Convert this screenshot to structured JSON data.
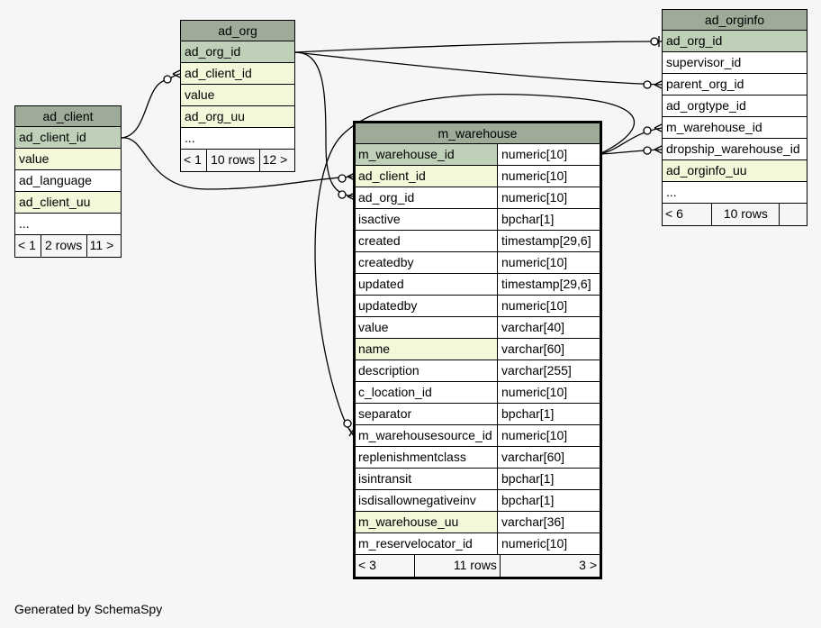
{
  "tables": {
    "ad_client": {
      "name": "ad_client",
      "columns": [
        {
          "name": "ad_client_id",
          "kind": "pk"
        },
        {
          "name": "value",
          "kind": "fk"
        },
        {
          "name": "ad_language",
          "kind": "plain"
        },
        {
          "name": "ad_client_uu",
          "kind": "fk"
        },
        {
          "name": "...",
          "kind": "plain"
        }
      ],
      "footer": [
        "< 1",
        "2 rows",
        "11 >"
      ]
    },
    "ad_org": {
      "name": "ad_org",
      "columns": [
        {
          "name": "ad_org_id",
          "kind": "pk"
        },
        {
          "name": "ad_client_id",
          "kind": "fk"
        },
        {
          "name": "value",
          "kind": "fk"
        },
        {
          "name": "ad_org_uu",
          "kind": "fk"
        },
        {
          "name": "...",
          "kind": "plain"
        }
      ],
      "footer": [
        "< 1",
        "10 rows",
        "12 >"
      ]
    },
    "ad_orginfo": {
      "name": "ad_orginfo",
      "columns": [
        {
          "name": "ad_org_id",
          "kind": "pk"
        },
        {
          "name": "supervisor_id",
          "kind": "plain"
        },
        {
          "name": "parent_org_id",
          "kind": "plain"
        },
        {
          "name": "ad_orgtype_id",
          "kind": "plain"
        },
        {
          "name": "m_warehouse_id",
          "kind": "plain"
        },
        {
          "name": "dropship_warehouse_id",
          "kind": "plain"
        },
        {
          "name": "ad_orginfo_uu",
          "kind": "fk"
        },
        {
          "name": "...",
          "kind": "plain"
        }
      ],
      "footer": [
        "< 6",
        "10 rows",
        ""
      ]
    },
    "m_warehouse": {
      "name": "m_warehouse",
      "columns": [
        {
          "name": "m_warehouse_id",
          "type": "numeric[10]",
          "kind": "pk"
        },
        {
          "name": "ad_client_id",
          "type": "numeric[10]",
          "kind": "fk"
        },
        {
          "name": "ad_org_id",
          "type": "numeric[10]",
          "kind": "plain"
        },
        {
          "name": "isactive",
          "type": "bpchar[1]",
          "kind": "plain"
        },
        {
          "name": "created",
          "type": "timestamp[29,6]",
          "kind": "plain"
        },
        {
          "name": "createdby",
          "type": "numeric[10]",
          "kind": "plain"
        },
        {
          "name": "updated",
          "type": "timestamp[29,6]",
          "kind": "plain"
        },
        {
          "name": "updatedby",
          "type": "numeric[10]",
          "kind": "plain"
        },
        {
          "name": "value",
          "type": "varchar[40]",
          "kind": "plain"
        },
        {
          "name": "name",
          "type": "varchar[60]",
          "kind": "fk"
        },
        {
          "name": "description",
          "type": "varchar[255]",
          "kind": "plain"
        },
        {
          "name": "c_location_id",
          "type": "numeric[10]",
          "kind": "plain"
        },
        {
          "name": "separator",
          "type": "bpchar[1]",
          "kind": "plain"
        },
        {
          "name": "m_warehousesource_id",
          "type": "numeric[10]",
          "kind": "plain"
        },
        {
          "name": "replenishmentclass",
          "type": "varchar[60]",
          "kind": "plain"
        },
        {
          "name": "isintransit",
          "type": "bpchar[1]",
          "kind": "plain"
        },
        {
          "name": "isdisallownegativeinv",
          "type": "bpchar[1]",
          "kind": "plain"
        },
        {
          "name": "m_warehouse_uu",
          "type": "varchar[36]",
          "kind": "fk"
        },
        {
          "name": "m_reservelocator_id",
          "type": "numeric[10]",
          "kind": "plain"
        }
      ],
      "footer": [
        "< 3",
        "11 rows",
        "3 >"
      ]
    }
  },
  "colors": {
    "header": "#9eab98",
    "primary_key": "#bed1b8",
    "indexed": "#f4f7da"
  },
  "generated_by": "Generated by SchemaSpy"
}
